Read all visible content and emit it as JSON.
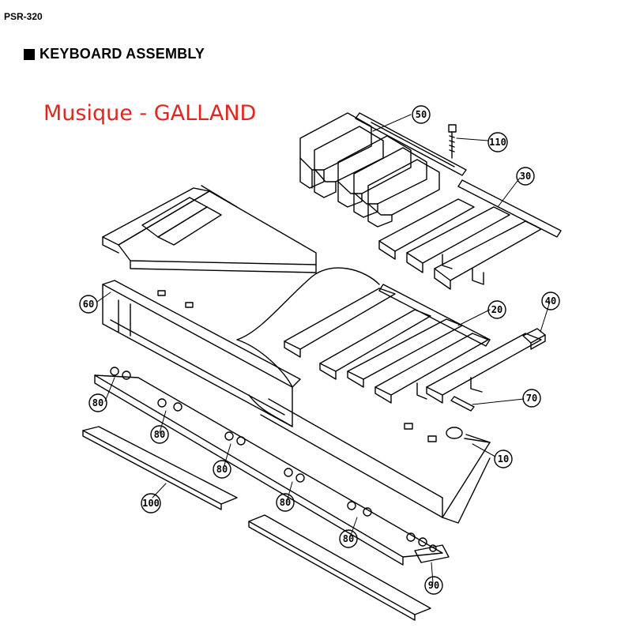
{
  "header": {
    "model": "PSR-320",
    "title": "KEYBOARD ASSEMBLY"
  },
  "watermark": "Musique - GALLAND",
  "colors": {
    "watermark": "#e0261f",
    "lines": "#000000"
  },
  "callouts": [
    {
      "id": "c50",
      "label": "50"
    },
    {
      "id": "c110",
      "label": "110"
    },
    {
      "id": "c30",
      "label": "30"
    },
    {
      "id": "c60",
      "label": "60"
    },
    {
      "id": "c40",
      "label": "40"
    },
    {
      "id": "c20",
      "label": "20"
    },
    {
      "id": "c70",
      "label": "70"
    },
    {
      "id": "c10",
      "label": "10"
    },
    {
      "id": "c80a",
      "label": "80"
    },
    {
      "id": "c80b",
      "label": "80"
    },
    {
      "id": "c80c",
      "label": "80"
    },
    {
      "id": "c80d",
      "label": "80"
    },
    {
      "id": "c100",
      "label": "100"
    },
    {
      "id": "c90",
      "label": "90"
    }
  ]
}
